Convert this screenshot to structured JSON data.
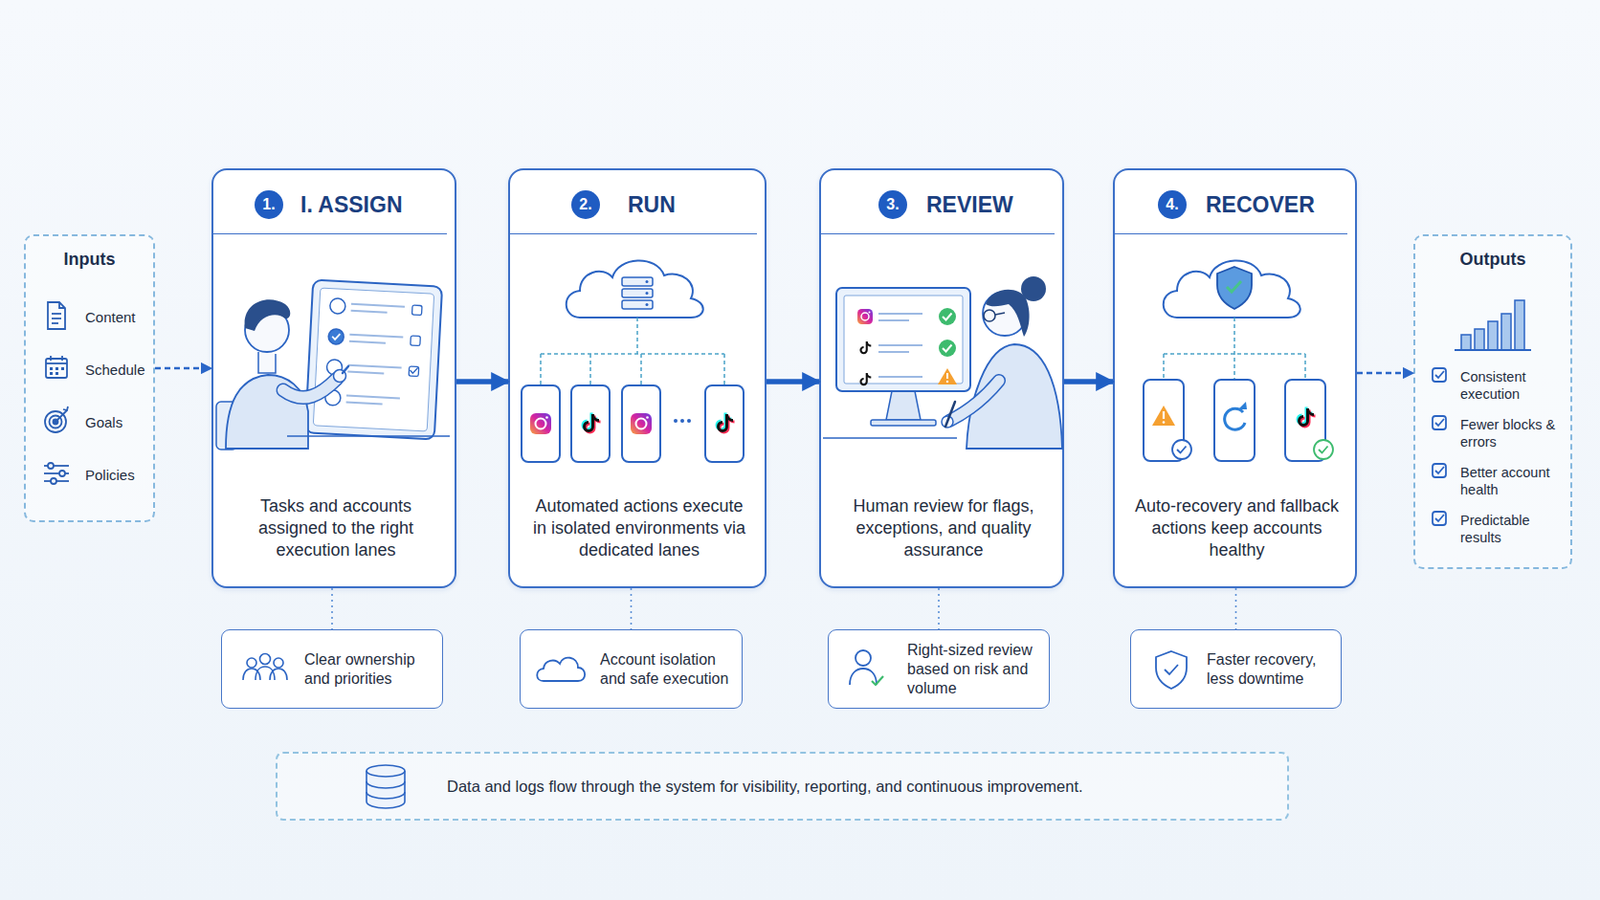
{
  "diagram": {
    "nodes": [
      {
        "text": [
          "Inputs",
          "Content",
          "Schedule",
          "Goals",
          "Policies"
        ]
      },
      {
        "text": [
          "1.",
          "I. ASSIGN",
          "Tasks and accounts assigned to the right execution lanes"
        ]
      },
      {
        "text": [
          "2.",
          "RUN",
          "Automated actions execute in isolated environments via dedicated lanes"
        ]
      },
      {
        "text": [
          "3.",
          "REVIEW",
          "Human review for flags, exceptions, and quality assurance"
        ]
      },
      {
        "text": [
          "4.",
          "RECOVER",
          "Auto-recovery and fallback actions keep accounts healthy"
        ]
      },
      {
        "text": [
          "Outputs",
          "Consistent execution",
          "Fewer blocks & errors",
          "Better account health",
          "Predictable results"
        ]
      },
      {
        "text": [
          "Clear ownership and priorities"
        ]
      },
      {
        "text": [
          "Account isolation and safe execution"
        ]
      },
      {
        "text": [
          "Right-sized review based on risk and volume"
        ]
      },
      {
        "text": [
          "Faster recovery, less downtime"
        ]
      },
      {
        "text": [
          "Data and logs flow through the system for visibility, reporting, and continuous improvement."
        ]
      }
    ],
    "edges": [
      {
        "from": 0,
        "to": 1,
        "arrow": "to"
      },
      {
        "from": 1,
        "to": 2,
        "arrow": "to"
      },
      {
        "from": 2,
        "to": 3,
        "arrow": "to"
      },
      {
        "from": 3,
        "to": 4,
        "arrow": "to"
      },
      {
        "from": 4,
        "to": 5,
        "arrow": "to"
      },
      {
        "from": 1,
        "to": 6,
        "arrow": "none"
      },
      {
        "from": 2,
        "to": 7,
        "arrow": "none"
      },
      {
        "from": 3,
        "to": 8,
        "arrow": "none"
      },
      {
        "from": 4,
        "to": 9,
        "arrow": "none"
      }
    ]
  }
}
